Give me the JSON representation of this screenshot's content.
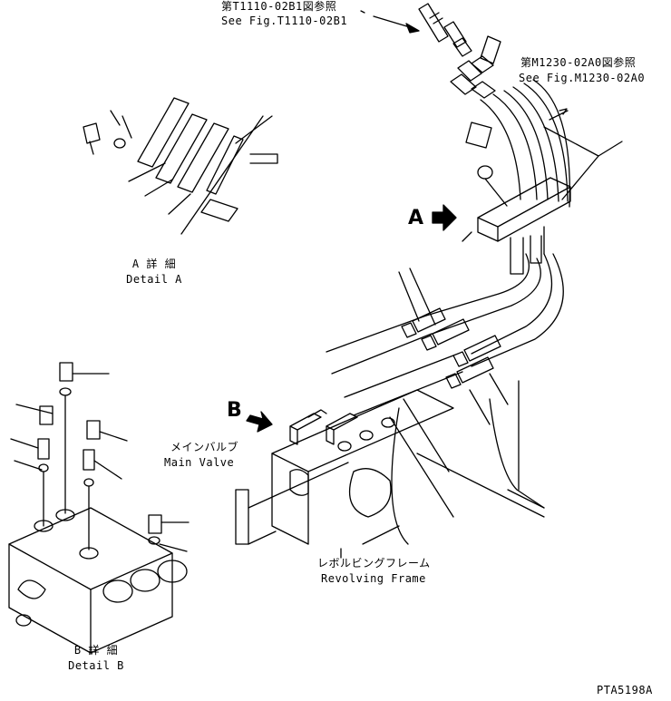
{
  "references": {
    "t1110": {
      "jp": "第T1110-02B1図参照",
      "en": "See Fig.T1110-02B1"
    },
    "m1230": {
      "jp": "第M1230-02A0図参照",
      "en": "See Fig.M1230-02A0"
    }
  },
  "callouts": {
    "a": "A",
    "b": "B"
  },
  "detail_a": {
    "jp": "A 詳 細",
    "en": "Detail A"
  },
  "detail_b": {
    "jp": "B 詳 細",
    "en": "Detail B"
  },
  "main_valve": {
    "jp": "メインバルブ",
    "en": "Main Valve"
  },
  "revolving_frame": {
    "jp": "レボルビングフレーム",
    "en": "Revolving Frame"
  },
  "drawing_id": "PTA5198A"
}
